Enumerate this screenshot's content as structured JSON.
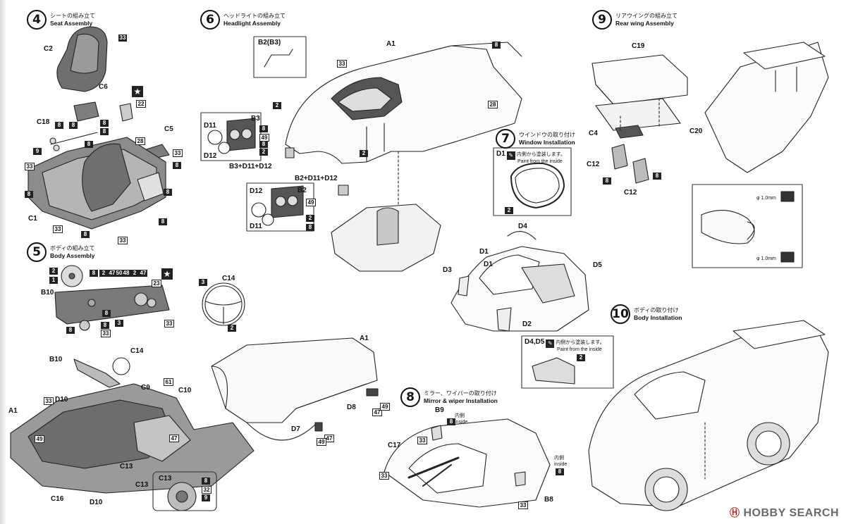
{
  "steps": [
    {
      "num": "4",
      "jp": "シートの組み立て",
      "en": "Seat Assembly"
    },
    {
      "num": "5",
      "jp": "ボディの組み立て",
      "en": "Body Assembly"
    },
    {
      "num": "6",
      "jp": "ヘッドライトの組み立て",
      "en": "Headlight Assembly"
    },
    {
      "num": "7",
      "jp": "ウインドウの取り付け",
      "en": "Window Installation"
    },
    {
      "num": "8",
      "jp": "ミラー、ワイパーの取り付け",
      "en": "Mirror & wiper Installation"
    },
    {
      "num": "9",
      "jp": "リアウイングの組み立て",
      "en": "Rear wing Assembly"
    },
    {
      "num": "10",
      "jp": "ボディの取り付け",
      "en": "Body Installation"
    }
  ],
  "paint_notes": {
    "d1": {
      "part": "D1",
      "jp": "内側から塗装します。",
      "en": "Paint from the inside"
    },
    "d4d5": {
      "part": "D4,D5",
      "jp": "内側から塗装します。",
      "en": "Paint from the inside"
    }
  },
  "inside_note": {
    "jp": "内側",
    "en": "inside"
  },
  "labels": {
    "s4": [
      "C2",
      "C6",
      "C18",
      "C5",
      "C1"
    ],
    "s5": [
      "B10",
      "C14",
      "B10",
      "C14",
      "A1",
      "D10",
      "C9",
      "C10",
      "C13",
      "C13",
      "C16",
      "D10",
      "C13"
    ],
    "s6": [
      "A1",
      "B2(B3)",
      "B3",
      "D11",
      "D12",
      "B3+D11+D12",
      "B2+D11+D12",
      "D12",
      "B2",
      "D11",
      "A1",
      "D8",
      "D7"
    ],
    "s7": [
      "D1",
      "D1",
      "D4",
      "D3",
      "D5",
      "D2",
      "D4,D5"
    ],
    "s8": [
      "B9",
      "C17",
      "B8"
    ],
    "s9": [
      "C19",
      "C4",
      "C12",
      "C12",
      "C20"
    ]
  },
  "codes": {
    "s4": [
      "33",
      "8",
      "8",
      "8",
      "8",
      "9",
      "33",
      "8",
      "22",
      "28",
      "33",
      "8",
      "8",
      "8",
      "33",
      "8",
      "33",
      "8"
    ],
    "s5": [
      "2",
      "1",
      "8",
      "2",
      "47",
      "50",
      "48",
      "2",
      "47",
      "23",
      "8",
      "3",
      "8",
      "8",
      "33",
      "33",
      "3",
      "2",
      "49",
      "61",
      "33",
      "47",
      "8",
      "32",
      "9"
    ],
    "s6": [
      "33",
      "8",
      "2",
      "28",
      "2",
      "8",
      "49",
      "8",
      "2",
      "49",
      "2",
      "8",
      "47",
      "49",
      "47",
      "49"
    ],
    "s7": [
      "2",
      "2"
    ],
    "s8": [
      "8",
      "33",
      "33",
      "8",
      "33"
    ],
    "s9": [
      "8",
      "8"
    ]
  },
  "dimensions": [
    "φ 1.0mm",
    "φ 1.0mm"
  ],
  "watermark": {
    "mark": "Ⓗ",
    "text": "HOBBY SEARCH"
  },
  "icons": {
    "star": "★",
    "brush": "✎"
  }
}
